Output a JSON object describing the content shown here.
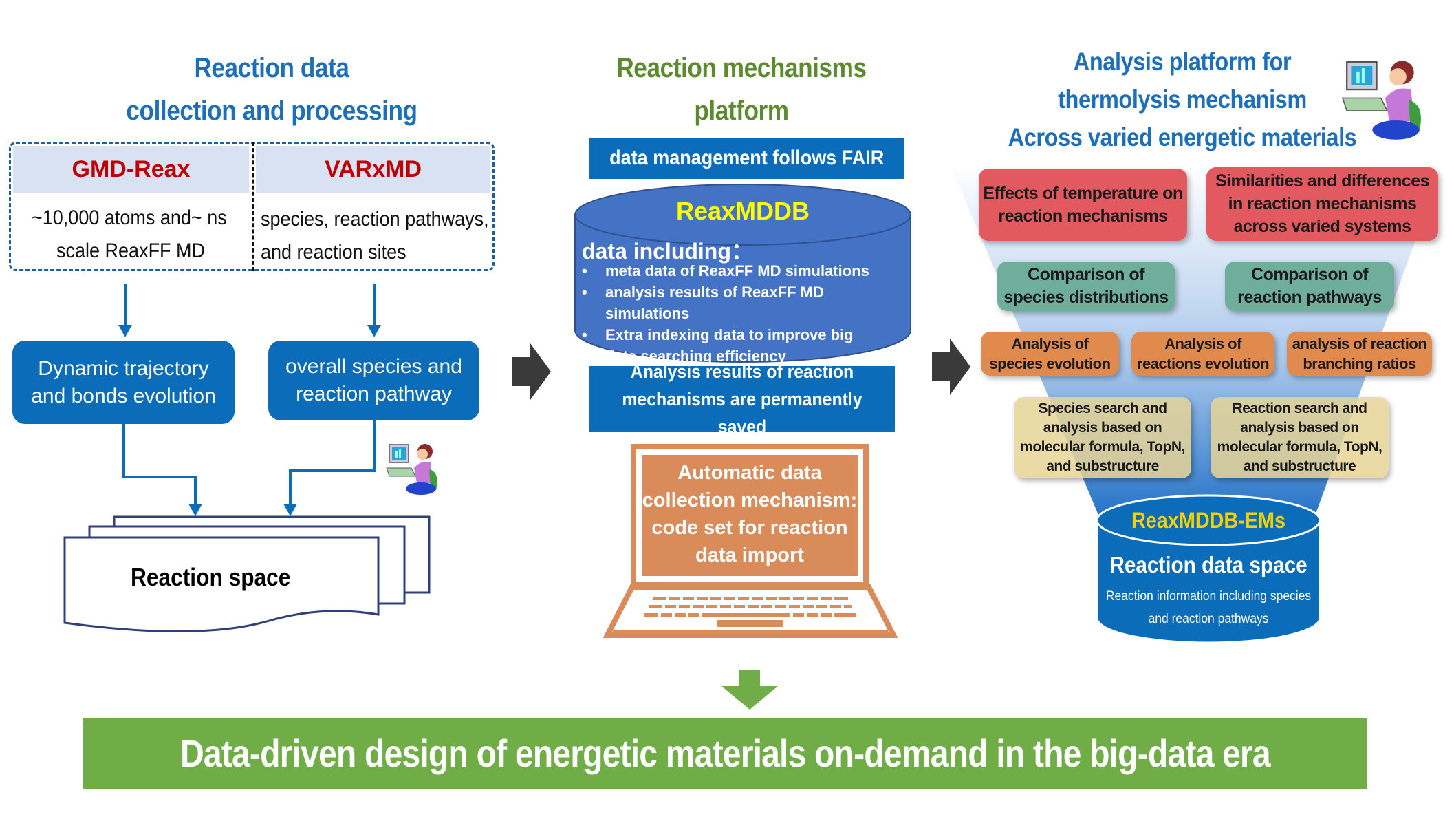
{
  "left_panel": {
    "title_line1": "Reaction data",
    "title_line2": "collection and processing",
    "table": {
      "col1_header": "GMD-Reax",
      "col1_line1": "~10,000 atoms and~ ns",
      "col1_line2": "scale ReaxFF MD",
      "col2_header": "VARxMD",
      "col2_line1": "species, reaction pathways,",
      "col2_line2": "and reaction sites"
    },
    "box_dynamic_line1": "Dynamic trajectory",
    "box_dynamic_line2": "and bonds evolution",
    "box_overall_line1": "overall species and",
    "box_overall_line2": "reaction pathway",
    "reaction_space_label": "Reaction space"
  },
  "middle_panel": {
    "title_line1": "Reaction mechanisms",
    "title_line2": "platform",
    "fair_box": "data management follows FAIR",
    "db_name": "ReaxMDDB",
    "db_data_heading": "data including：",
    "db_items": [
      "meta data of ReaxFF MD simulations",
      "analysis results of ReaxFF MD simulations",
      "Extra indexing data to improve big data searching efficiency"
    ],
    "saved_box_line1": "Analysis results of reaction",
    "saved_box_line2": "mechanisms are permanently saved",
    "laptop_line1": "Automatic data",
    "laptop_line2": "collection mechanism:",
    "laptop_line3": "code set for reaction",
    "laptop_line4": "data import"
  },
  "right_panel": {
    "title_line1": "Analysis platform for",
    "title_line2": "thermolysis mechanism",
    "title_line3": "Across  varied energetic materials",
    "red_boxes": [
      {
        "line1": "Effects of temperature on",
        "line2": "reaction mechanisms",
        "line3": ""
      },
      {
        "line1": "Similarities and differences",
        "line2": "in reaction mechanisms",
        "line3": "across varied systems"
      }
    ],
    "teal_boxes": [
      {
        "line1": "Comparison of",
        "line2": "species distributions"
      },
      {
        "line1": "Comparison of",
        "line2": "reaction pathways"
      }
    ],
    "orange_boxes": [
      {
        "line1": "Analysis of",
        "line2": "species evolution"
      },
      {
        "line1": "Analysis of",
        "line2": "reactions evolution"
      },
      {
        "line1": "analysis of reaction",
        "line2": "branching ratios"
      }
    ],
    "tan_boxes": [
      {
        "line1": "Species search and",
        "line2": "analysis based on",
        "line3": "molecular formula, TopN,",
        "line4": "and substructure"
      },
      {
        "line1": "Reaction search and",
        "line2": "analysis based on",
        "line3": "molecular formula, TopN,",
        "line4": "and substructure"
      }
    ],
    "db_name": "ReaxMDDB-EMs",
    "db_title": "Reaction data space",
    "db_sub_line1": "Reaction information including species",
    "db_sub_line2": "and reaction pathways"
  },
  "banner": "Data-driven design of energetic materials on-demand in the big-data era",
  "colors": {
    "title_blue": "#1c6fb8",
    "title_green": "#5c8a2e",
    "box_blue": "#0b6dba",
    "db_blue": "#4472c4",
    "db_yellow": "#ffff00",
    "header_red": "#c00000",
    "red_box": "#e25a5f",
    "teal_box": "#6fae9b",
    "orange_box": "#e08a4e",
    "laptop_orange": "#d98c5a",
    "banner_green": "#70ad47",
    "arrow_gray": "#3a3a3a"
  }
}
